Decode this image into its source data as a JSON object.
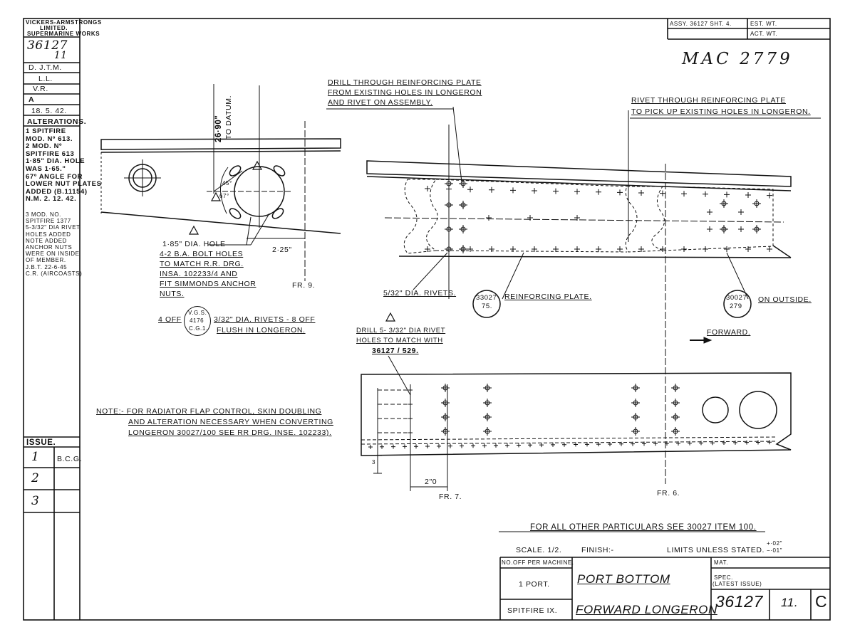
{
  "title_block": {
    "assy_ref": "ASSY. 36127 SHT. 4.",
    "est_wt": "EST. WT.",
    "act_wt": "ACT. WT.",
    "mac_number": "MAC 2779",
    "scale": "SCALE. 1/2.",
    "finish": "FINISH:-",
    "limits": "LIMITS UNLESS STATED.",
    "tol_plus": "+·02\"",
    "tol_minus": "−·01\"",
    "no_off_label": "NO.OFF PER MACHINE.",
    "no_off_value": "1 PORT.",
    "aircraft": "SPITFIRE IX.",
    "part_name_1": "PORT BOTTOM",
    "part_name_2": "FORWARD LONGERON",
    "mat": "MAT.",
    "spec": "SPEC.",
    "latest_issue": "(LATEST ISSUE)",
    "drawing_number": "36127",
    "issue_number": "11.",
    "issue_letter": "C"
  },
  "left_panel": {
    "company_1": "VICKERS-ARMSTRONGS",
    "company_2": "LIMITED.",
    "company_3": "SUPERMARINE WORKS",
    "drg_no_1": "36127",
    "drg_no_2": "11",
    "drawn": "D. J.T.M.",
    "traced": "L.L.",
    "checked": "V.R.",
    "approved": "A",
    "date": "18. 5. 42.",
    "alterations_title": "ALTERATIONS.",
    "alterations": [
      "1 SPITFIRE",
      "MOD. Nº 613.",
      "2 MOD. Nº",
      "SPITFIRE 613",
      "1·85\" DIA. HOLE",
      "WAS 1·65.\"",
      "67º ANGLE FOR",
      "LOWER NUT PLATES",
      "ADDED (B.11154)",
      "N.M. 2. 12. 42.",
      "3 MOD. NO.",
      "SPITFIRE 1377",
      "5-3/32\" DIA RIVET",
      "HOLES ADDED",
      "NOTE ADDED",
      "ANCHOR NUTS",
      "WERE ON INSIDE",
      "OF MEMBER.",
      "J.B.T. 22-6-45",
      "C.R. (AIRCOASTS)"
    ],
    "issue_label": "ISSUE.",
    "issues": [
      {
        "no": "1",
        "by": "B.C.G."
      },
      {
        "no": "2",
        "by": ""
      },
      {
        "no": "3",
        "by": ""
      }
    ]
  },
  "notes": {
    "drill_1": "DRILL THROUGH REINFORCING PLATE",
    "drill_2": "FROM EXISTING HOLES IN LONGERON",
    "drill_3": "AND RIVET ON ASSEMBLY.",
    "rivet_1": "RIVET THROUGH REINFORCING PLATE",
    "rivet_2": "TO PICK UP EXISTING HOLES IN LONGERON.",
    "datum_dim": "26·90\"",
    "datum_text": "TO DATUM.",
    "angle_45": "45°",
    "angle_67": "67°",
    "hole_1": "1·85\" DIA. HOLE",
    "hole_2": "4-2 B.A. BOLT HOLES",
    "hole_3": "TO MATCH R.R. DRG.",
    "hole_4": "INSA. 102233/4 AND",
    "hole_5": "FIT SIMMONDS ANCHOR",
    "hole_6": "NUTS.",
    "dim_225": "2·25\"",
    "fr9": "FR. 9.",
    "four_off": "4 OFF",
    "vgs_1": "V.G.S.",
    "vgs_2": "4176",
    "vgs_3": "C.G.1.",
    "rivets_1": "3/32\" DIA. RIVETS - 8 OFF",
    "rivets_2": "FLUSH IN LONGERON.",
    "rivets_532": "5/32\" DIA. RIVETS.",
    "plate_no_1": "33027",
    "plate_no_2": "75.",
    "reinforcing": "REINFORCING PLATE.",
    "out_no_1": "30027",
    "out_no_2": "279",
    "on_outside": "ON OUTSIDE.",
    "forward": "FORWARD.",
    "drill5_1": "DRILL 5- 3/32\" DIA RIVET",
    "drill5_2": "HOLES TO MATCH WITH",
    "drill5_3": "36127 / 529.",
    "note_1": "NOTE:- FOR RADIATOR FLAP CONTROL, SKIN DOUBLING",
    "note_2": "AND ALTERATION NECESSARY WHEN CONVERTING",
    "note_3": "LONGERON 30027/100 SEE RR DRG. INSE. 102233).",
    "dim_2": "2\"0",
    "fr7": "FR. 7.",
    "fr6": "FR. 6.",
    "other": "FOR ALL OTHER PARTICULARS SEE 30027 ITEM 100.",
    "rev_mark": "3"
  },
  "colors": {
    "ink": "#111111",
    "paper": "#ffffff"
  }
}
